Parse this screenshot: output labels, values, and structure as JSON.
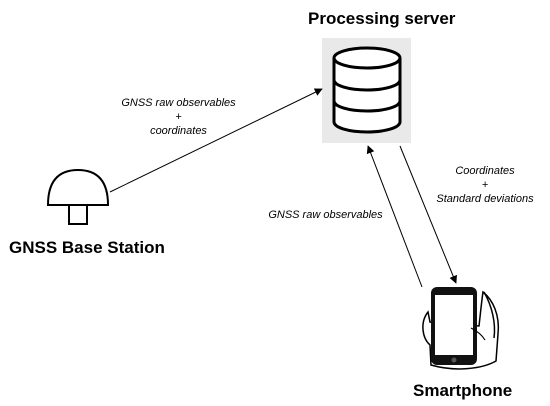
{
  "nodes": {
    "server": {
      "label": "Processing server",
      "icon": "database-server-icon"
    },
    "base_station": {
      "label": "GNSS Base Station",
      "icon": "gnss-antenna-icon"
    },
    "smartphone": {
      "label": "Smartphone",
      "icon": "hand-holding-smartphone-icon"
    }
  },
  "edges": {
    "base_to_server": {
      "line1": "GNSS raw observables",
      "plus": "+",
      "line2": "coordinates"
    },
    "phone_to_server": {
      "line1": "GNSS raw observables"
    },
    "server_to_phone": {
      "line1": "Coordinates",
      "plus": "+",
      "line2": "Standard deviations"
    }
  },
  "colors": {
    "ink": "#000000",
    "server_bg": "#e9e9e9",
    "screen": "#ffffff"
  }
}
